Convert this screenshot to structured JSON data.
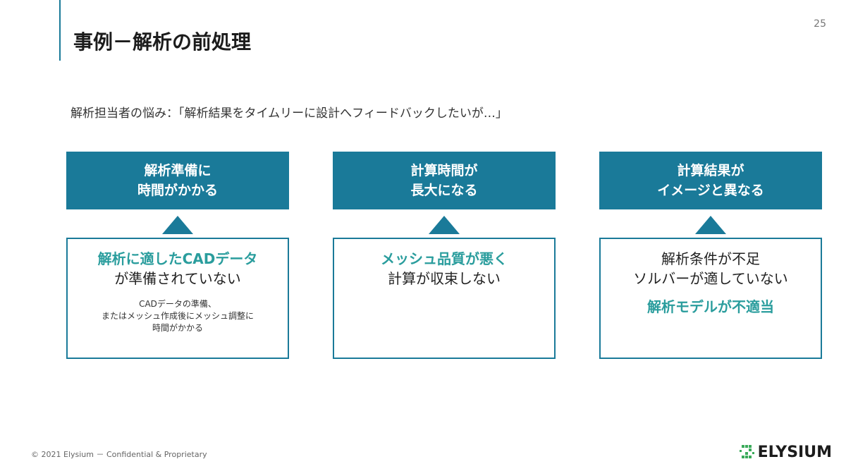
{
  "page": {
    "title": "事例－解析の前処理",
    "number": "25",
    "subtitle": "解析担当者の悩み：「解析結果をタイムリーに設計へフィードバックしたいが…」"
  },
  "columns": [
    {
      "header": "解析準備に\n時間がかかる",
      "highlight": "解析に適したCADデータ",
      "text": "が準備されていない",
      "note": "CADデータの準備、\nまたはメッシュ作成後にメッシュ調整に\n時間がかかる"
    },
    {
      "header": "計算時間が\n長大になる",
      "highlight": "メッシュ品質が悪く",
      "text": "計算が収束しない"
    },
    {
      "header": "計算結果が\nイメージと異なる",
      "text_line1": "解析条件が不足",
      "text_line2": "ソルバーが適していない",
      "highlight": "解析モデルが不適当"
    }
  ],
  "footer": {
    "copyright": "© 2021 Elysium － Confidential & Proprietary",
    "logo_text": "ELYSIUM"
  },
  "colors": {
    "accent": "#1a7a99",
    "highlight": "#2a9d9d",
    "logo_green": "#3aaa5a"
  }
}
